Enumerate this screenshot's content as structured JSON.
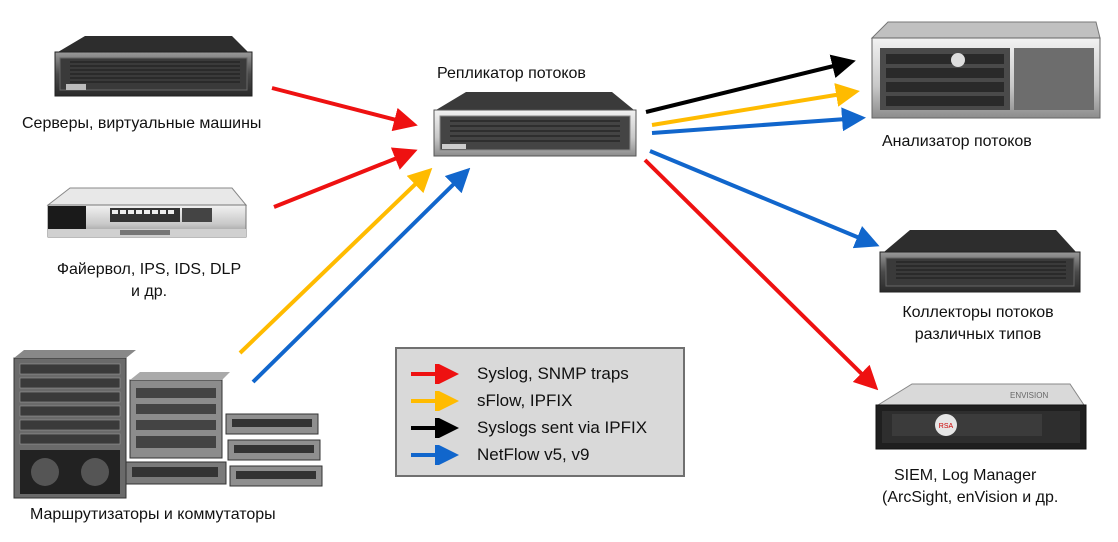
{
  "nodes": {
    "servers": "Серверы, виртуальные машины",
    "firewall_line1": "Файервол, IPS, IDS, DLP",
    "firewall_line2": "и др.",
    "routers": "Маршрутизаторы и коммутаторы",
    "replicator": "Репликатор потоков",
    "analyzer": "Анализатор потоков",
    "collectors_line1": "Коллекторы потоков",
    "collectors_line2": "различных типов",
    "siem_line1": "SIEM, Log Manager",
    "siem_line2": "(ArcSight, enVision и др."
  },
  "legend": {
    "items": [
      {
        "label": "Syslog, SNMP traps",
        "color": "#ee1111"
      },
      {
        "label": "sFlow, IPFIX",
        "color": "#ffbb00"
      },
      {
        "label": "Syslogs sent via IPFIX",
        "color": "#000000"
      },
      {
        "label": "NetFlow v5, v9",
        "color": "#1166cc"
      }
    ]
  },
  "colors": {
    "red": "#ee1111",
    "yellow": "#ffbb00",
    "black": "#000000",
    "blue": "#1166cc"
  },
  "device_text": {
    "siem_logo": "RSA",
    "siem_brand": "ENVISION"
  }
}
